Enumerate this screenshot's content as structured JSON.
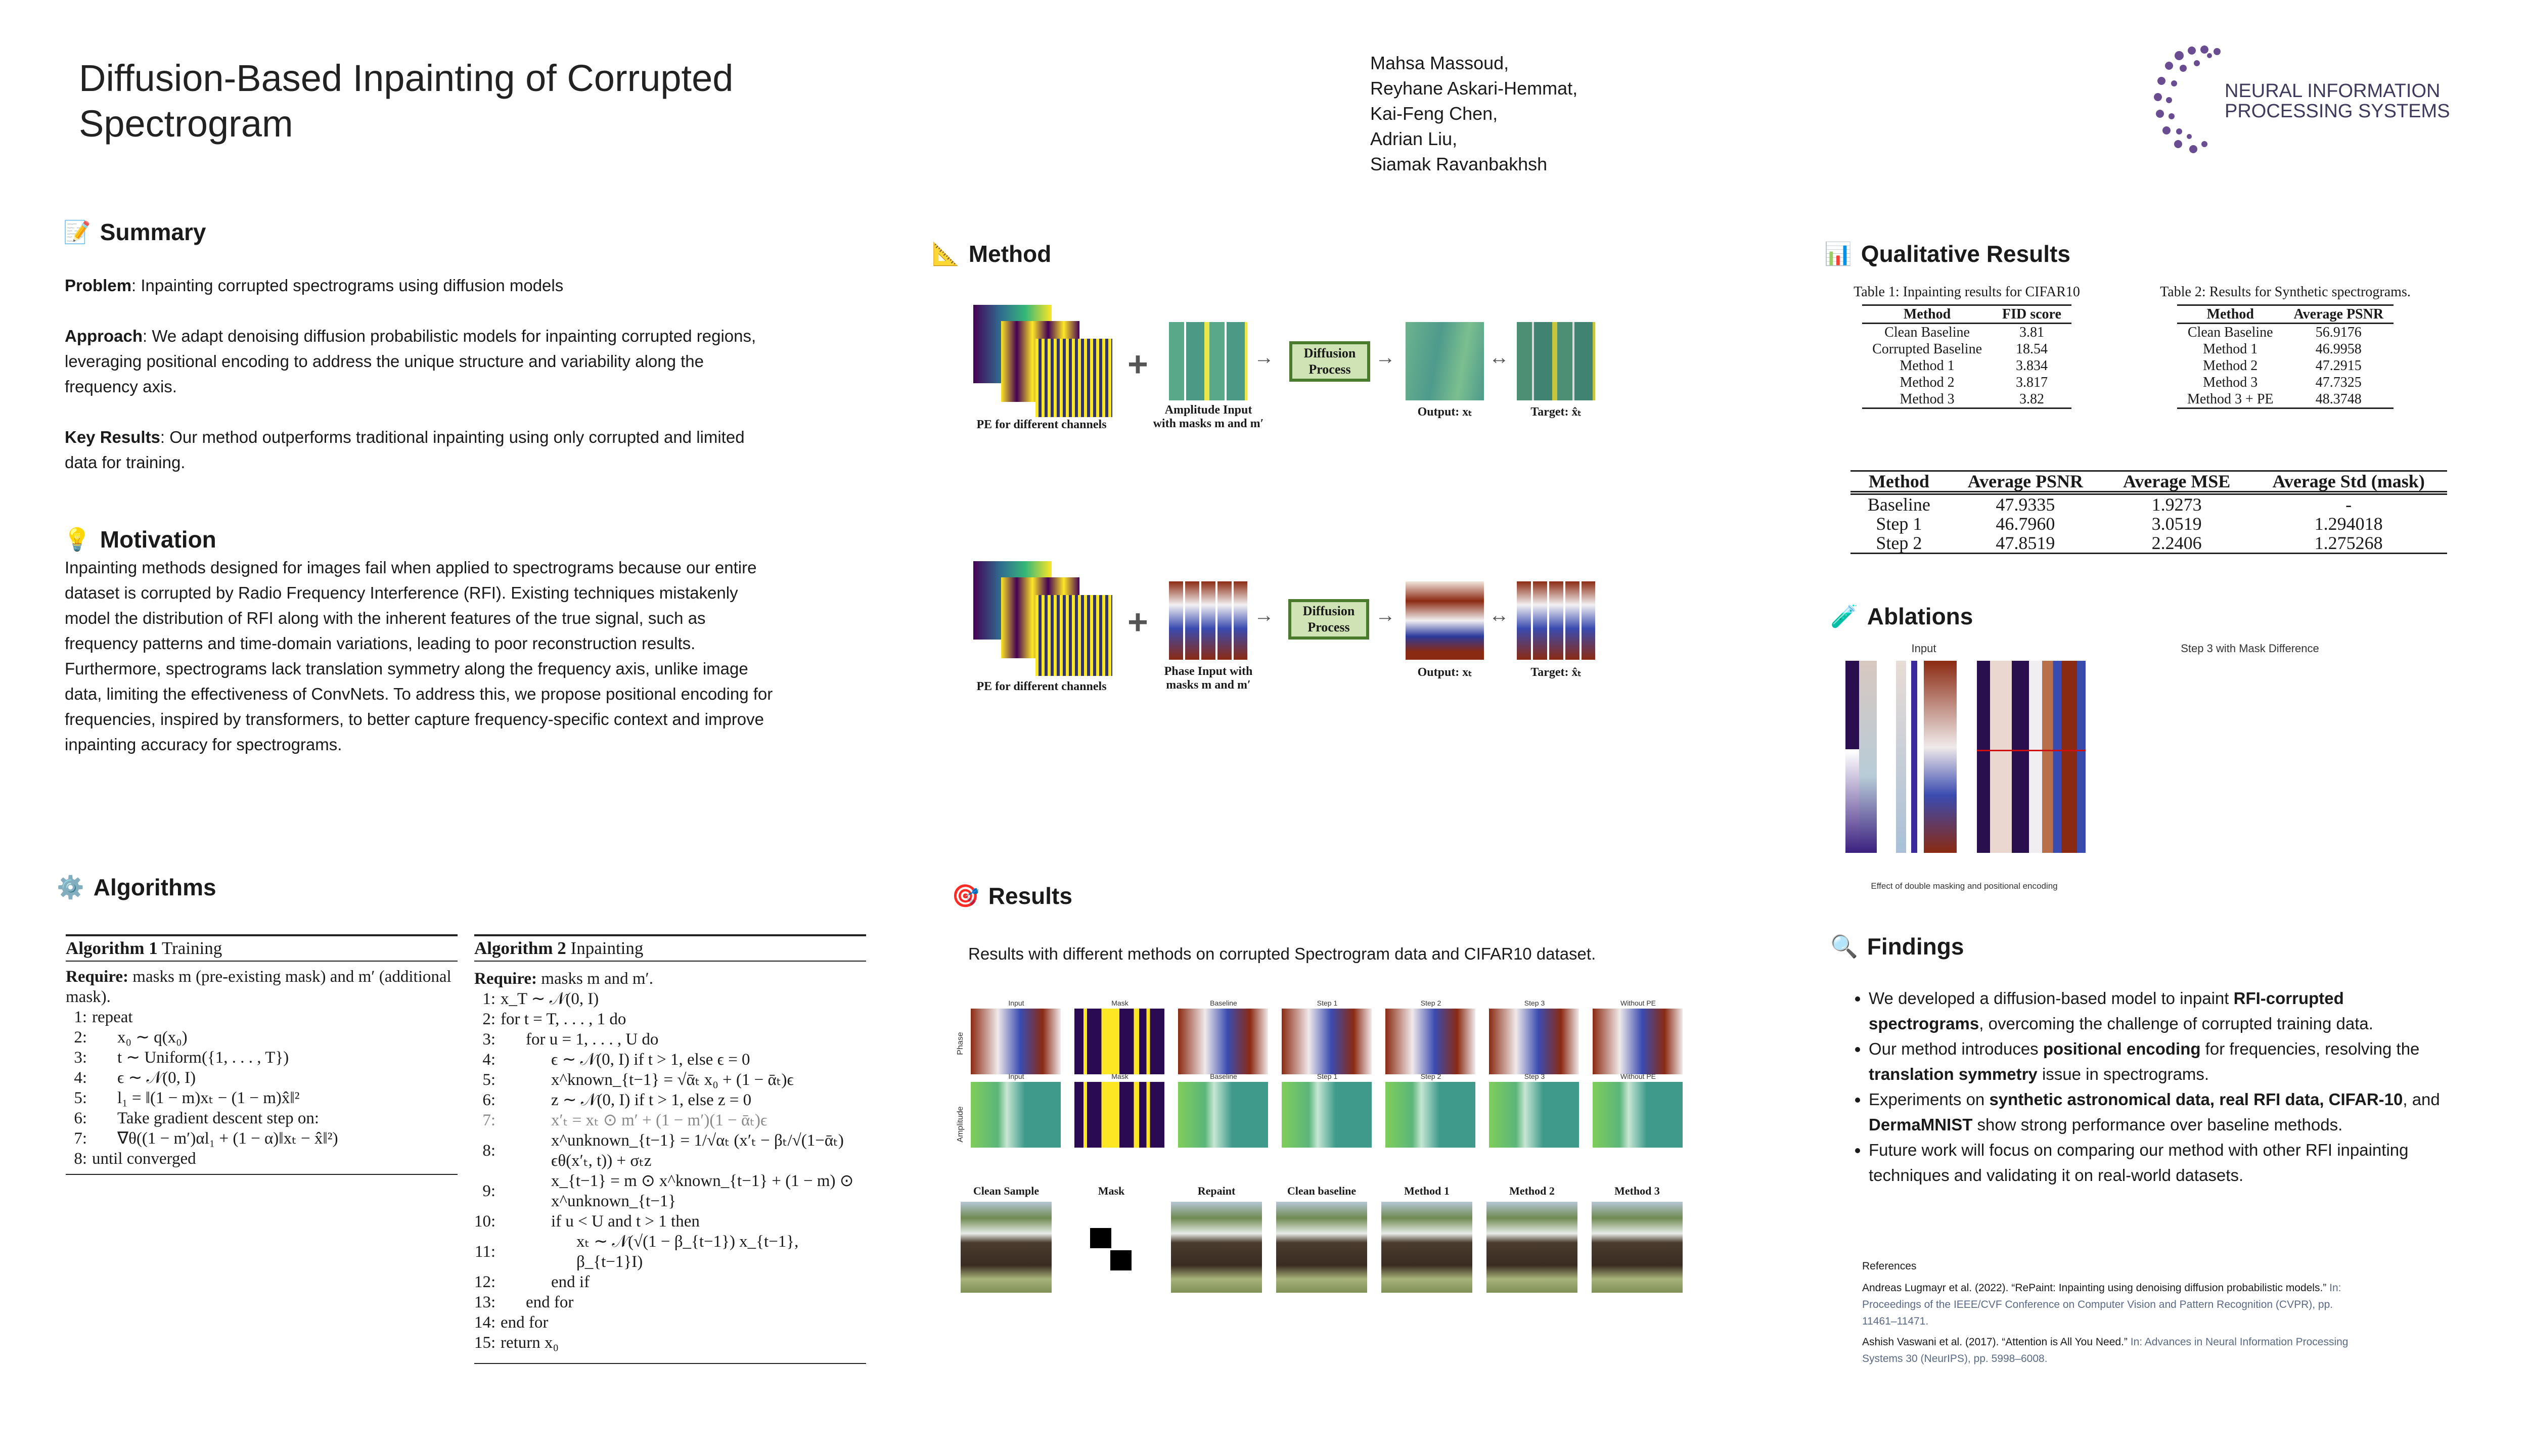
{
  "header": {
    "title": "Diffusion-Based Inpainting of Corrupted Spectrogram",
    "authors": [
      "Mahsa Massoud,",
      "Reyhane Askari-Hemmat,",
      "Kai-Feng Chen,",
      "Adrian Liu,",
      "Siamak Ravanbakhsh"
    ],
    "logo_text": [
      "NEURAL INFORMATION",
      "PROCESSING SYSTEMS"
    ]
  },
  "summary": {
    "heading": "Summary",
    "icon": "memo-icon",
    "problem_label": "Problem",
    "problem": ": Inpainting corrupted spectrograms using diffusion models",
    "approach_label": "Approach",
    "approach": ": We adapt denoising diffusion probabilistic models for inpainting corrupted regions, leveraging positional encoding to address the unique structure and variability along the frequency axis.",
    "key_label": "Key Results",
    "key": ": Our method outperforms traditional inpainting using only corrupted and limited data for training."
  },
  "motivation": {
    "heading": "Motivation",
    "icon": "lightbulb-icon",
    "text": "Inpainting methods designed for images fail when applied to spectrograms because our entire dataset is corrupted by Radio Frequency Interference (RFI). Existing techniques mistakenly model the distribution of RFI along with the inherent features of the true signal, such as frequency patterns and time-domain variations, leading to poor reconstruction results. Furthermore, spectrograms lack translation symmetry along the frequency axis, unlike image data, limiting the effectiveness of ConvNets. To address this, we propose positional encoding for frequencies, inspired by transformers, to better capture frequency-specific context and improve inpainting accuracy for spectrograms."
  },
  "algorithms": {
    "heading": "Algorithms",
    "icon": "gear-icon",
    "alg1": {
      "label": "Algorithm 1",
      "name": "Training",
      "require": "masks m (pre-existing mask) and m′ (additional mask).",
      "lines": [
        {
          "n": "1:",
          "text": "repeat",
          "indent": 0
        },
        {
          "n": "2:",
          "text": "x₀ ∼ q(x₀)",
          "indent": 1
        },
        {
          "n": "3:",
          "text": "t ∼ Uniform({1, . . . , T})",
          "indent": 1
        },
        {
          "n": "4:",
          "text": "ϵ ∼ 𝒩(0, I)",
          "indent": 1
        },
        {
          "n": "5:",
          "text": "l₁ = ‖(1 − m)xₜ − (1 − m)x̂‖²",
          "indent": 1
        },
        {
          "n": "6:",
          "text": "Take gradient descent step on:",
          "indent": 1
        },
        {
          "n": "7:",
          "text": "∇θ((1 − m′)αl₁ + (1 − α)‖xₜ − x̂‖²)",
          "indent": 1
        },
        {
          "n": "8:",
          "text": "until converged",
          "indent": 0
        }
      ]
    },
    "alg2": {
      "label": "Algorithm 2",
      "name": "Inpainting",
      "require": "masks m and m′.",
      "lines": [
        {
          "n": "1:",
          "text": "x_T ∼ 𝒩(0, I)",
          "indent": 0
        },
        {
          "n": "2:",
          "text": "for t = T, . . . , 1 do",
          "indent": 0
        },
        {
          "n": "3:",
          "text": "for u = 1, . . . , U do",
          "indent": 1
        },
        {
          "n": "4:",
          "text": "ϵ ∼ 𝒩(0, I) if t > 1, else ϵ = 0",
          "indent": 2
        },
        {
          "n": "5:",
          "text": "x^known_{t−1} = √ᾱₜ x₀ + (1 − ᾱₜ)ϵ",
          "indent": 2
        },
        {
          "n": "6:",
          "text": "z ∼ 𝒩(0, I) if t > 1, else z = 0",
          "indent": 2
        },
        {
          "n": "7:",
          "text": "x′ₜ = xₜ ⊙ m′ + (1 − m′)(1 − ᾱₜ)ϵ",
          "indent": 2
        },
        {
          "n": "8:",
          "text": "x^unknown_{t−1} = 1/√αₜ (x′ₜ − βₜ/√(1−ᾱₜ) ϵθ(x′ₜ, t)) + σₜz",
          "indent": 2
        },
        {
          "n": "9:",
          "text": "x_{t−1} = m ⊙ x^known_{t−1} + (1 − m) ⊙ x^unknown_{t−1}",
          "indent": 2
        },
        {
          "n": "10:",
          "text": "if u < U and t > 1 then",
          "indent": 2
        },
        {
          "n": "11:",
          "text": "xₜ ∼ 𝒩(√(1 − β_{t−1}) x_{t−1}, β_{t−1}I)",
          "indent": 3
        },
        {
          "n": "12:",
          "text": "end if",
          "indent": 2
        },
        {
          "n": "13:",
          "text": "end for",
          "indent": 1
        },
        {
          "n": "14:",
          "text": "end for",
          "indent": 0
        },
        {
          "n": "15:",
          "text": "return x₀",
          "indent": 0
        }
      ]
    }
  },
  "method": {
    "heading": "Method",
    "icon": "triangular-ruler-icon",
    "pe_label": "PE for different channels",
    "amp_label": "Amplitude Input with masks m and m′",
    "phase_label": "Phase Input with masks m and m′",
    "diffusion": "Diffusion Process",
    "output": "Output: xₜ",
    "target": "Target: x̂ₜ",
    "plus": "+"
  },
  "results": {
    "heading": "Results",
    "icon": "target-icon",
    "subtitle": "Results with different methods on corrupted Spectrogram data and CIFAR10 dataset.",
    "row_labels": [
      "Phase",
      "Amplitude"
    ],
    "spec_cols": [
      "Input",
      "Mask",
      "Baseline",
      "Step 1",
      "Step 2",
      "Step 3",
      "Without PE"
    ],
    "cifar_cols": [
      "Clean Sample",
      "Mask",
      "Repaint",
      "Clean baseline",
      "Method 1",
      "Method 2",
      "Method 3"
    ]
  },
  "qualitative": {
    "heading": "Qualitative Results",
    "icon": "bar-chart-icon",
    "table1": {
      "caption": "Table 1: Inpainting results for CIFAR10",
      "headers": [
        "Method",
        "FID score"
      ],
      "rows": [
        [
          "Clean Baseline",
          "3.81"
        ],
        [
          "Corrupted Baseline",
          "18.54"
        ],
        [
          "Method 1",
          "3.834"
        ],
        [
          "Method 2",
          "3.817"
        ],
        [
          "Method 3",
          "3.82"
        ]
      ]
    },
    "table2": {
      "caption": "Table 2: Results for Synthetic spectrograms.",
      "headers": [
        "Method",
        "Average PSNR"
      ],
      "rows": [
        [
          "Clean Baseline",
          "56.9176"
        ],
        [
          "Method 1",
          "46.9958"
        ],
        [
          "Method 2",
          "47.2915"
        ],
        [
          "Method 3",
          "47.7325"
        ],
        [
          "Method 3 + PE",
          "48.3748"
        ]
      ]
    },
    "table3": {
      "headers": [
        "Method",
        "Average PSNR",
        "Average MSE",
        "Average Std (mask)"
      ],
      "rows": [
        [
          "Baseline",
          "47.9335",
          "1.9273",
          "-"
        ],
        [
          "Step 1",
          "46.7960",
          "3.0519",
          "1.294018"
        ],
        [
          "Step 2",
          "47.8519",
          "2.2406",
          "1.275268"
        ]
      ]
    }
  },
  "ablations": {
    "heading": "Ablations",
    "icon": "test-tube-icon",
    "input_label": "Input",
    "step_label": "Step 3 with Mask Difference",
    "caption": "Effect of double masking and positional encoding"
  },
  "findings": {
    "heading": "Findings",
    "icon": "magnifier-icon",
    "items": [
      [
        {
          "t": "We developed a diffusion-based model to inpaint "
        },
        {
          "t": "RFI-corrupted spectrograms",
          "b": true
        },
        {
          "t": ", overcoming the challenge of corrupted training data."
        }
      ],
      [
        {
          "t": "Our method introduces "
        },
        {
          "t": "positional encoding",
          "b": true
        },
        {
          "t": " for frequencies, resolving the "
        },
        {
          "t": "translation symmetry",
          "b": true
        },
        {
          "t": " issue in spectrograms."
        }
      ],
      [
        {
          "t": "Experiments on "
        },
        {
          "t": "synthetic astronomical data, real RFI data, CIFAR-10",
          "b": true
        },
        {
          "t": ", and "
        },
        {
          "t": "DermaMNIST",
          "b": true
        },
        {
          "t": " show strong performance over baseline methods."
        }
      ],
      [
        {
          "t": "Future work will focus on comparing our method with other RFI inpainting techniques and validating it on real-world datasets."
        }
      ]
    ]
  },
  "references": {
    "heading": "References",
    "items": [
      {
        "main": "Andreas Lugmayr et al. (2022). “RePaint: Inpainting using denoising diffusion probabilistic models.”",
        "src": "In: Proceedings of the IEEE/CVF Conference on Computer Vision and Pattern Recognition (CVPR), pp. 11461–11471."
      },
      {
        "main": "Ashish Vaswani et al. (2017). “Attention is All You Need.”",
        "src": "In: Advances in Neural Information Processing Systems 30 (NeurIPS), pp. 5998–6008."
      }
    ]
  }
}
